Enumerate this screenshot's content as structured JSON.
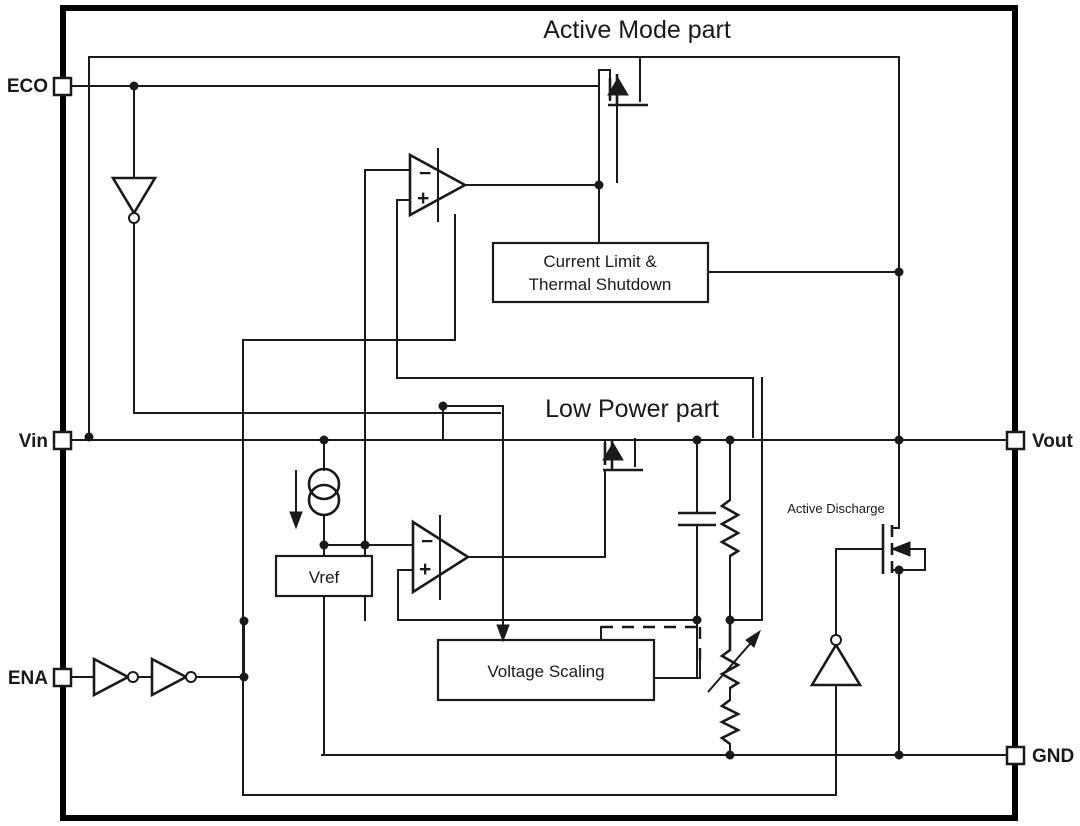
{
  "diagram": {
    "title_active": "Active Mode part",
    "title_lowpower": "Low Power part",
    "label_active_discharge": "Active Discharge"
  },
  "pins": {
    "eco": "ECO",
    "vin": "Vin",
    "ena": "ENA",
    "vout": "Vout",
    "gnd": "GND"
  },
  "blocks": {
    "current_limit_line1": "Current Limit &",
    "current_limit_line2": "Thermal Shutdown",
    "vref": "Vref",
    "voltage_scaling": "Voltage Scaling"
  },
  "opamp_signs": {
    "minus": "−",
    "plus": "+"
  },
  "colors": {
    "line": "#1a1a1a",
    "border": "#000000",
    "background": "#ffffff"
  }
}
